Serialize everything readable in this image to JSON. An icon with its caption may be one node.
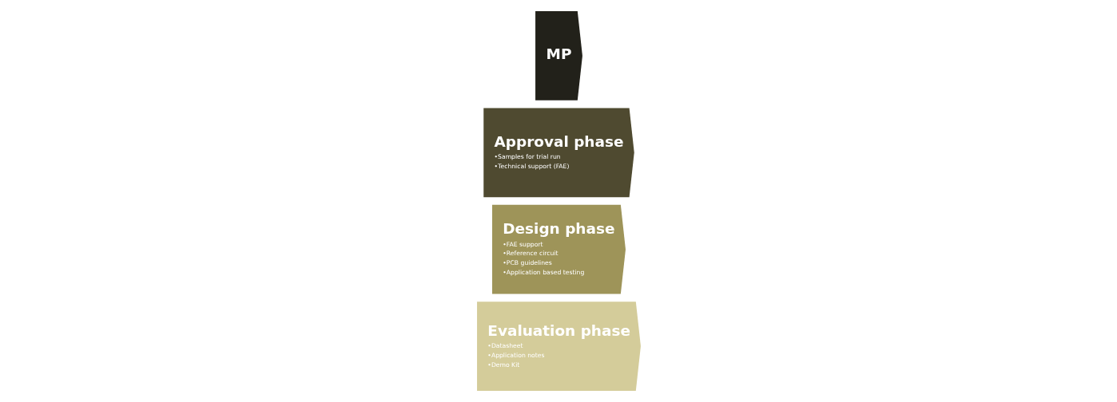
{
  "diagram": {
    "nodes": [
      {
        "text": [
          "Evaluation phase",
          "•Datasheet",
          "•Application notes",
          "•Demo Kit"
        ]
      },
      {
        "text": [
          "Design phase",
          "•FAE support",
          "•Reference circuit",
          "•PCB guidelines",
          "•Application based testing"
        ]
      },
      {
        "text": [
          "Approval phase",
          "•Samples for trial run",
          "•Technical support (FAE)"
        ]
      },
      {
        "text": [
          "MP"
        ]
      }
    ]
  }
}
